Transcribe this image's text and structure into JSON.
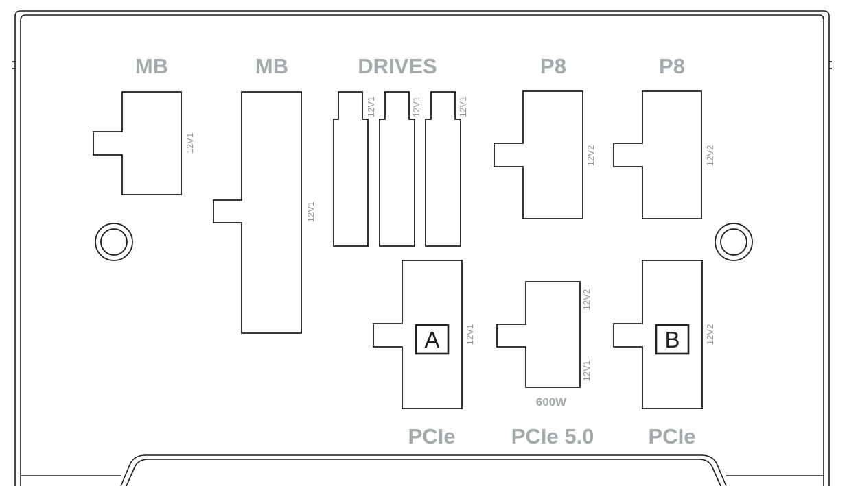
{
  "labels": {
    "mb_left": "MB",
    "mb_center": "MB",
    "drives": "DRIVES",
    "p8_left": "P8",
    "p8_right": "P8",
    "pcie_left": "PCIe",
    "pcie_center": "PCIe 5.0",
    "pcie_right": "PCIe",
    "wattage": "600W"
  },
  "rails": {
    "mb_left": "12V1",
    "mb_center": "12V1",
    "drive_1": "12V1",
    "drive_2": "12V1",
    "drive_3": "12V1",
    "p8_left": "12V2",
    "p8_right": "12V2",
    "pcie_a": "12V1",
    "pcie5_top": "12V2",
    "pcie5_bottom": "12V1",
    "pcie_b": "12V2"
  },
  "groups": {
    "a": "A",
    "b": "B"
  },
  "colors": {
    "label": "#a3aaac",
    "rail_label": "#8f9698",
    "outline": "#1c1c1c",
    "background": "#ffffff"
  }
}
